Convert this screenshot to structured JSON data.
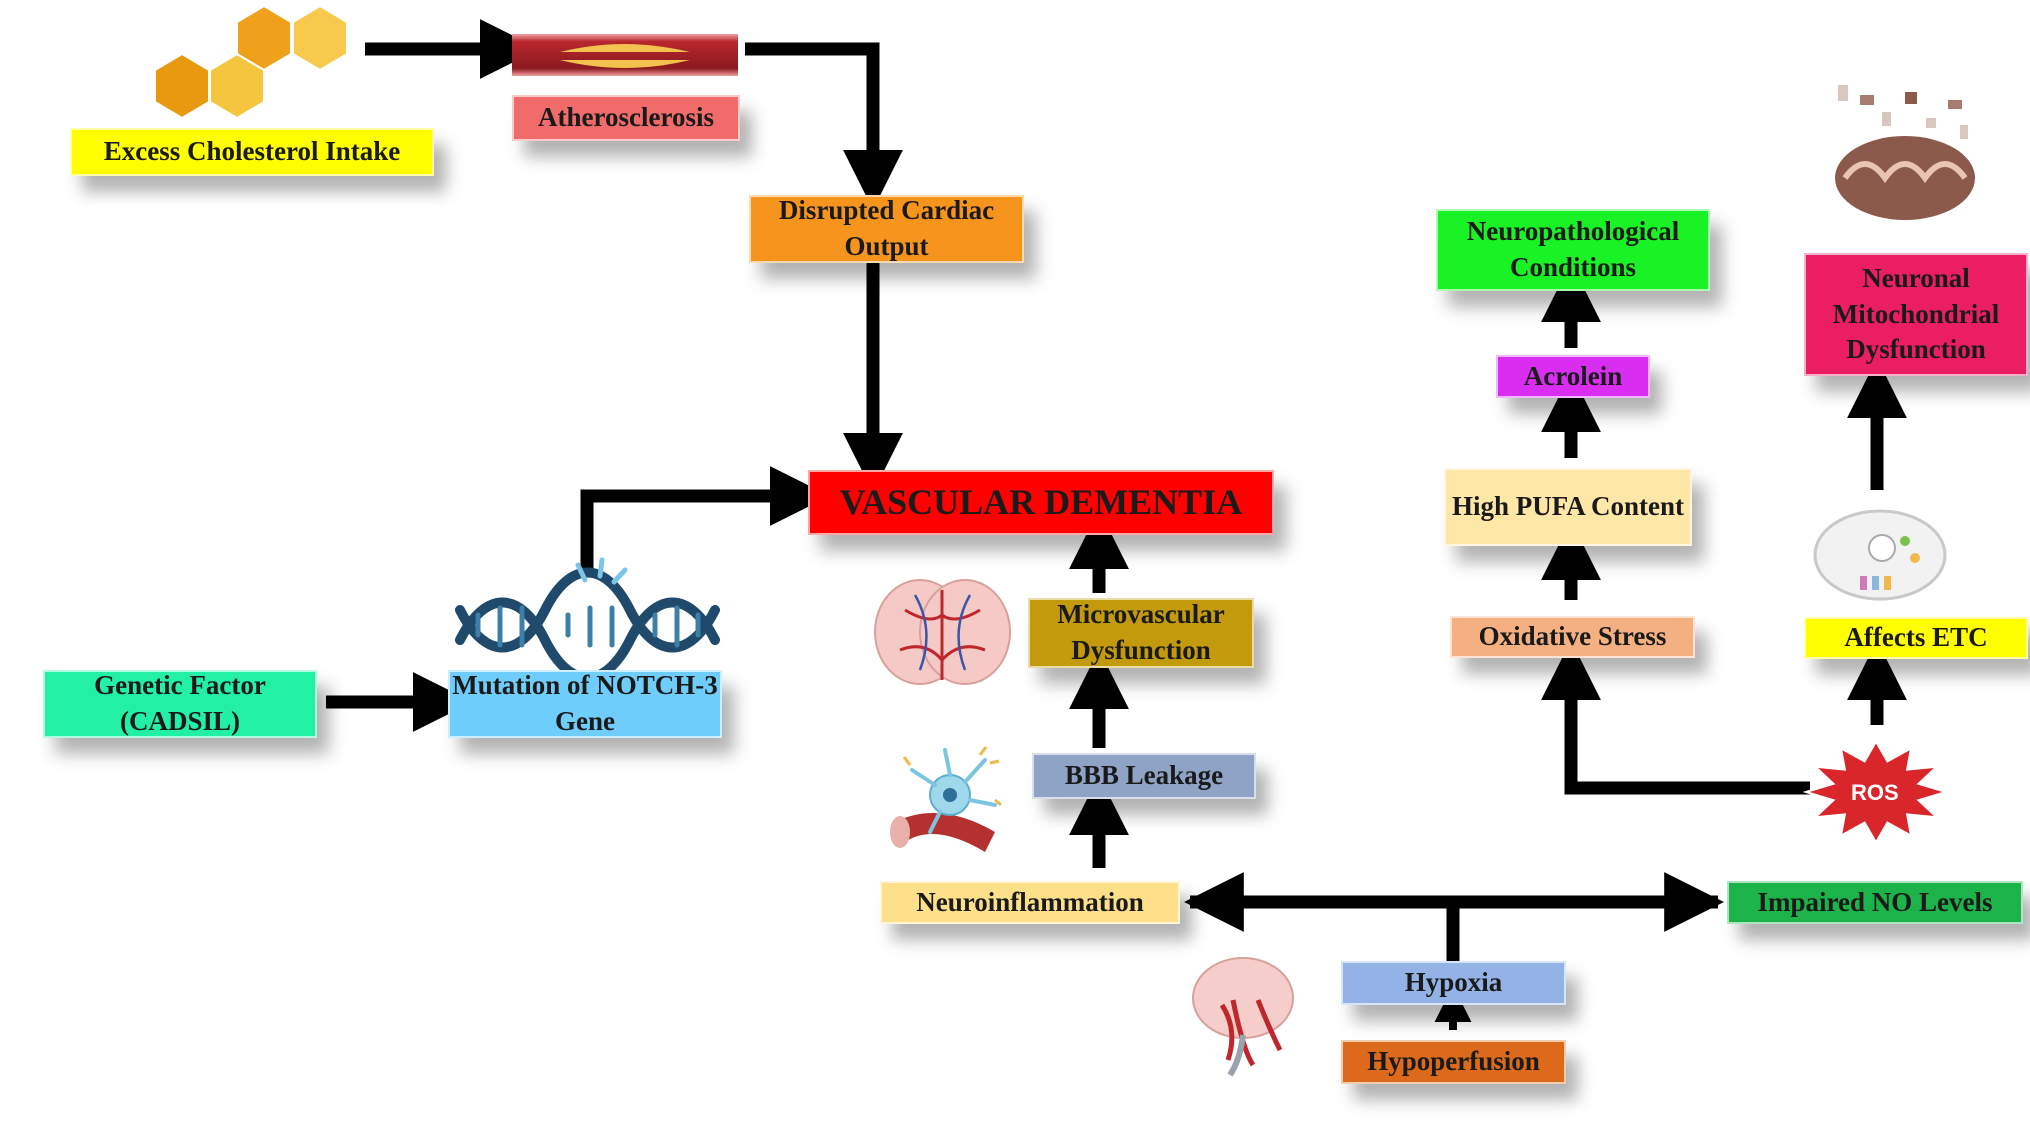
{
  "nodes": {
    "cholesterol": {
      "label": "Excess Cholesterol Intake",
      "color": "#ffff00"
    },
    "athero": {
      "label": "Atherosclerosis",
      "color": "#f26b6b"
    },
    "cardiac": {
      "label": "Disrupted Cardiac Output",
      "color": "#f7941d"
    },
    "vd": {
      "label": "VASCULAR DEMENTIA",
      "color": "#ff0000"
    },
    "genetic": {
      "label": "Genetic Factor (CADSIL)",
      "color": "#22f0a4"
    },
    "notch": {
      "label": "Mutation of NOTCH-3 Gene",
      "color": "#6ecdfa"
    },
    "micro": {
      "label": "Microvascular Dysfunction",
      "color": "#c39a0b"
    },
    "bbb": {
      "label": "BBB Leakage",
      "color": "#8fa3c6"
    },
    "neuroinf": {
      "label": "Neuroinflammation",
      "color": "#ffe08a"
    },
    "hypoxia": {
      "label": "Hypoxia",
      "color": "#93b3e6"
    },
    "hypoperf": {
      "label": "Hypoperfusion",
      "color": "#dc6a1a"
    },
    "no": {
      "label": "Impaired NO Levels",
      "color": "#1cb34a"
    },
    "neuropath": {
      "label": "Neuropathological Conditions",
      "color": "#19f224"
    },
    "acrolein": {
      "label": "Acrolein",
      "color": "#d92ef2"
    },
    "pufa": {
      "label": "High PUFA Content",
      "color": "#ffe7a8"
    },
    "oxidative": {
      "label": "Oxidative Stress",
      "color": "#f5b082"
    },
    "mito": {
      "label": "Neuronal Mitochondrial Dysfunction",
      "color": "#ec1e63"
    },
    "etc": {
      "label": "Affects ETC",
      "color": "#ffff00"
    },
    "ros": {
      "label": "ROS",
      "color": "#d8262b"
    }
  },
  "icons": [
    "cholesterol-hexagon-icon",
    "artery-plaque-icon",
    "dna-helix-icon",
    "brain-vessels-icon",
    "neuron-icon",
    "brain-artery-icon",
    "mitochondria-icon",
    "mitochondria-etc-icon",
    "ros-burst-icon"
  ]
}
